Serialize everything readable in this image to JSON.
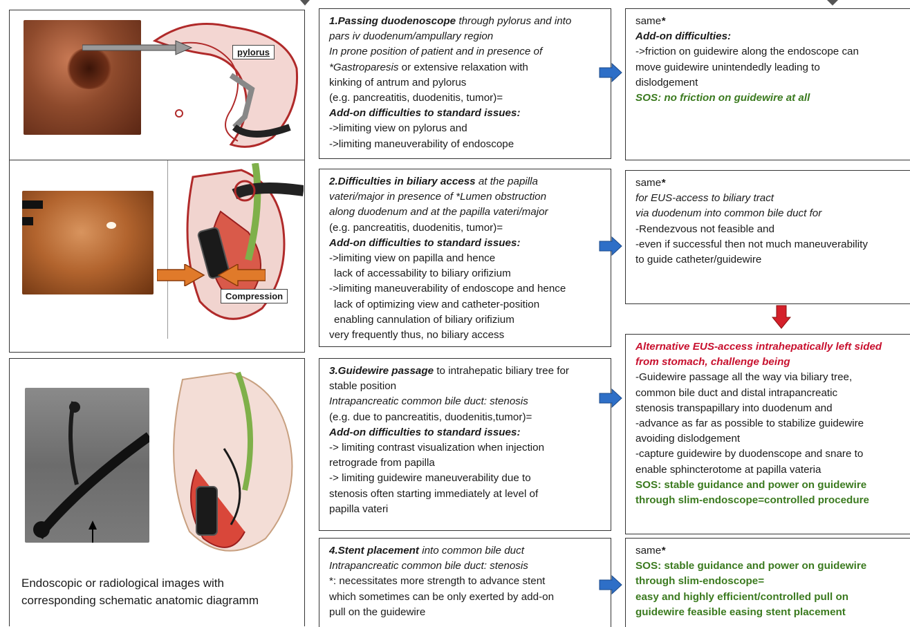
{
  "caption": {
    "line1": "Endoscopic or radiological images with",
    "line2": "corresponding schematic anatomic diagramm"
  },
  "images": {
    "row1_label": "pylorus",
    "row2_label": "Compression"
  },
  "left_boxes": [
    {
      "lines": [
        {
          "segments": [
            {
              "t": "1.Passing duodenoscope",
              "s": "bi"
            },
            {
              "t": " through pylorus and into",
              "s": "it"
            }
          ]
        },
        {
          "segments": [
            {
              "t": "pars iv duodenum/ampullary region",
              "s": "it"
            }
          ]
        },
        {
          "segments": [
            {
              "t": "In prone position of patient and in presence of",
              "s": "it"
            }
          ]
        },
        {
          "segments": [
            {
              "t": "*Gastroparesis",
              "s": "it"
            },
            {
              "t": " or extensive relaxation with",
              "s": ""
            }
          ]
        },
        {
          "segments": [
            {
              "t": "kinking of antrum and pylorus",
              "s": ""
            }
          ]
        },
        {
          "segments": [
            {
              "t": "(e.g. pancreatitis, duodenitis, tumor)=",
              "s": ""
            }
          ]
        },
        {
          "segments": [
            {
              "t": "Add-on difficulties to standard issues:",
              "s": "bi"
            }
          ]
        },
        {
          "segments": [
            {
              "t": "->limiting view on pylorus and",
              "s": ""
            }
          ]
        },
        {
          "segments": [
            {
              "t": "->limiting maneuverability of endoscope",
              "s": ""
            }
          ]
        }
      ]
    },
    {
      "lines": [
        {
          "segments": [
            {
              "t": "2.Difficulties in biliary access",
              "s": "bi"
            },
            {
              "t": " at the papilla",
              "s": "it"
            }
          ]
        },
        {
          "segments": [
            {
              "t": "vateri/major in presence of *Lumen obstruction",
              "s": "it"
            }
          ]
        },
        {
          "segments": [
            {
              "t": "along duodenum and at the papilla vateri/major",
              "s": "it"
            }
          ]
        },
        {
          "segments": [
            {
              "t": "(e.g. pancreatitis, duodenitis, tumor)=",
              "s": ""
            }
          ]
        },
        {
          "segments": [
            {
              "t": "Add-on difficulties to standard issues:",
              "s": "bi"
            }
          ]
        },
        {
          "segments": [
            {
              "t": "->limiting view on papilla and hence",
              "s": ""
            }
          ]
        },
        {
          "segments": [
            {
              "t": "lack of accessability to biliary orifizium",
              "s": "ind"
            }
          ]
        },
        {
          "segments": [
            {
              "t": "->limiting maneuverability of endoscope and hence",
              "s": ""
            }
          ]
        },
        {
          "segments": [
            {
              "t": "lack of optimizing view and catheter-position",
              "s": "ind"
            }
          ]
        },
        {
          "segments": [
            {
              "t": "enabling cannulation of biliary orifizium",
              "s": "ind"
            }
          ]
        },
        {
          "segments": [
            {
              "t": "very frequently thus, no biliary access",
              "s": ""
            }
          ]
        }
      ]
    },
    {
      "lines": [
        {
          "segments": [
            {
              "t": "3.Guidewire passage",
              "s": "bi"
            },
            {
              "t": " to intrahepatic biliary tree for",
              "s": ""
            }
          ]
        },
        {
          "segments": [
            {
              "t": "stable position",
              "s": ""
            }
          ]
        },
        {
          "segments": [
            {
              "t": "Intrapancreatic common bile duct: stenosis",
              "s": "it"
            }
          ]
        },
        {
          "segments": [
            {
              "t": "(e.g. due to pancreatitis, duodenitis,tumor)=",
              "s": ""
            }
          ]
        },
        {
          "segments": [
            {
              "t": "Add-on difficulties to standard issues:",
              "s": "bi"
            }
          ]
        },
        {
          "segments": [
            {
              "t": "-> limiting contrast visualization when injection",
              "s": ""
            }
          ]
        },
        {
          "segments": [
            {
              "t": "retrograde from papilla",
              "s": ""
            }
          ]
        },
        {
          "segments": [
            {
              "t": "-> limiting guidewire maneuverability due to",
              "s": ""
            }
          ]
        },
        {
          "segments": [
            {
              "t": "stenosis often starting immediately at level of",
              "s": ""
            }
          ]
        },
        {
          "segments": [
            {
              "t": "papilla vateri",
              "s": ""
            }
          ]
        }
      ]
    },
    {
      "lines": [
        {
          "segments": [
            {
              "t": "4.Stent placement",
              "s": "bi"
            },
            {
              "t": " into common bile duct",
              "s": "it"
            }
          ]
        },
        {
          "segments": [
            {
              "t": "Intrapancreatic common bile duct: stenosis",
              "s": "it"
            }
          ]
        },
        {
          "segments": [
            {
              "t": "*: necessitates more strength to advance stent",
              "s": ""
            }
          ]
        },
        {
          "segments": [
            {
              "t": "which sometimes can be only exerted by add-on",
              "s": ""
            }
          ]
        },
        {
          "segments": [
            {
              "t": "pull on the guidewire",
              "s": ""
            }
          ]
        }
      ]
    }
  ],
  "right_boxes": [
    {
      "lines": [
        {
          "segments": [
            {
              "t": "same",
              "s": ""
            },
            {
              "t": "*",
              "s": "bi"
            }
          ]
        },
        {
          "segments": [
            {
              "t": " ",
              "s": ""
            }
          ]
        },
        {
          "segments": [
            {
              "t": " ",
              "s": ""
            }
          ]
        },
        {
          "segments": [
            {
              "t": "Add-on difficulties:",
              "s": "bi"
            }
          ]
        },
        {
          "segments": [
            {
              "t": "->friction on guidewire along the endoscope can",
              "s": ""
            }
          ]
        },
        {
          "segments": [
            {
              "t": "move guidewire unintendedly leading to",
              "s": ""
            }
          ]
        },
        {
          "segments": [
            {
              "t": "dislodgement",
              "s": ""
            }
          ]
        },
        {
          "segments": [
            {
              "t": " ",
              "s": ""
            }
          ]
        },
        {
          "segments": [
            {
              "t": "SOS: no friction on guidewire at all",
              "s": "greenit"
            }
          ]
        }
      ]
    },
    {
      "lines": [
        {
          "segments": [
            {
              "t": "same",
              "s": ""
            },
            {
              "t": "*",
              "s": "bi"
            }
          ]
        },
        {
          "segments": [
            {
              "t": " ",
              "s": ""
            }
          ]
        },
        {
          "segments": [
            {
              "t": " ",
              "s": ""
            }
          ]
        },
        {
          "segments": [
            {
              "t": "for EUS-access to biliary tract",
              "s": "it"
            }
          ]
        },
        {
          "segments": [
            {
              "t": "via duodenum into common bile duct for",
              "s": "it"
            }
          ]
        },
        {
          "segments": [
            {
              "t": "-Rendezvous not feasible and",
              "s": ""
            }
          ]
        },
        {
          "segments": [
            {
              "t": "-even if successful then not much maneuverability",
              "s": ""
            }
          ]
        },
        {
          "segments": [
            {
              "t": "to guide catheter/guidewire",
              "s": ""
            }
          ]
        }
      ]
    },
    {
      "lines": [
        {
          "segments": [
            {
              "t": "Alternative EUS-access intrahepatically left sided",
              "s": "red"
            }
          ]
        },
        {
          "segments": [
            {
              "t": "from stomach, challenge being",
              "s": "red"
            }
          ]
        },
        {
          "segments": [
            {
              "t": "-Guidewire passage all the way via biliary tree,",
              "s": ""
            }
          ]
        },
        {
          "segments": [
            {
              "t": "common bile duct and distal intrapancreatic",
              "s": ""
            }
          ]
        },
        {
          "segments": [
            {
              "t": "stenosis transpapillary into duodenum and",
              "s": ""
            }
          ]
        },
        {
          "segments": [
            {
              "t": "-advance as far as possible to stabilize guidewire",
              "s": ""
            }
          ]
        },
        {
          "segments": [
            {
              "t": "avoiding dislodgement",
              "s": ""
            }
          ]
        },
        {
          "segments": [
            {
              "t": "-capture guidewire by duodenscope and snare to",
              "s": ""
            }
          ]
        },
        {
          "segments": [
            {
              "t": "enable sphincterotome at papilla vateria",
              "s": ""
            }
          ]
        },
        {
          "segments": [
            {
              "t": " ",
              "s": ""
            }
          ]
        },
        {
          "segments": [
            {
              "t": "SOS: stable guidance and power on guidewire",
              "s": "green"
            }
          ]
        },
        {
          "segments": [
            {
              "t": "through slim-endoscope=controlled procedure",
              "s": "green"
            }
          ]
        }
      ]
    },
    {
      "lines": [
        {
          "segments": [
            {
              "t": "same",
              "s": ""
            },
            {
              "t": "*",
              "s": "bi"
            }
          ]
        },
        {
          "segments": [
            {
              "t": "SOS: stable guidance and power on guidewire",
              "s": "green"
            }
          ]
        },
        {
          "segments": [
            {
              "t": "through slim-endoscope=",
              "s": "green"
            }
          ]
        },
        {
          "segments": [
            {
              "t": "easy and highly efficient/controlled pull on",
              "s": "green"
            }
          ]
        },
        {
          "segments": [
            {
              "t": "guidewire feasible easing stent placement",
              "s": "green"
            }
          ]
        }
      ]
    }
  ],
  "colors": {
    "arrow_blue": "#2e6fc7",
    "arrow_red": "#d4202a",
    "sos_green": "#3b7a1f",
    "alt_red": "#c8102e"
  }
}
